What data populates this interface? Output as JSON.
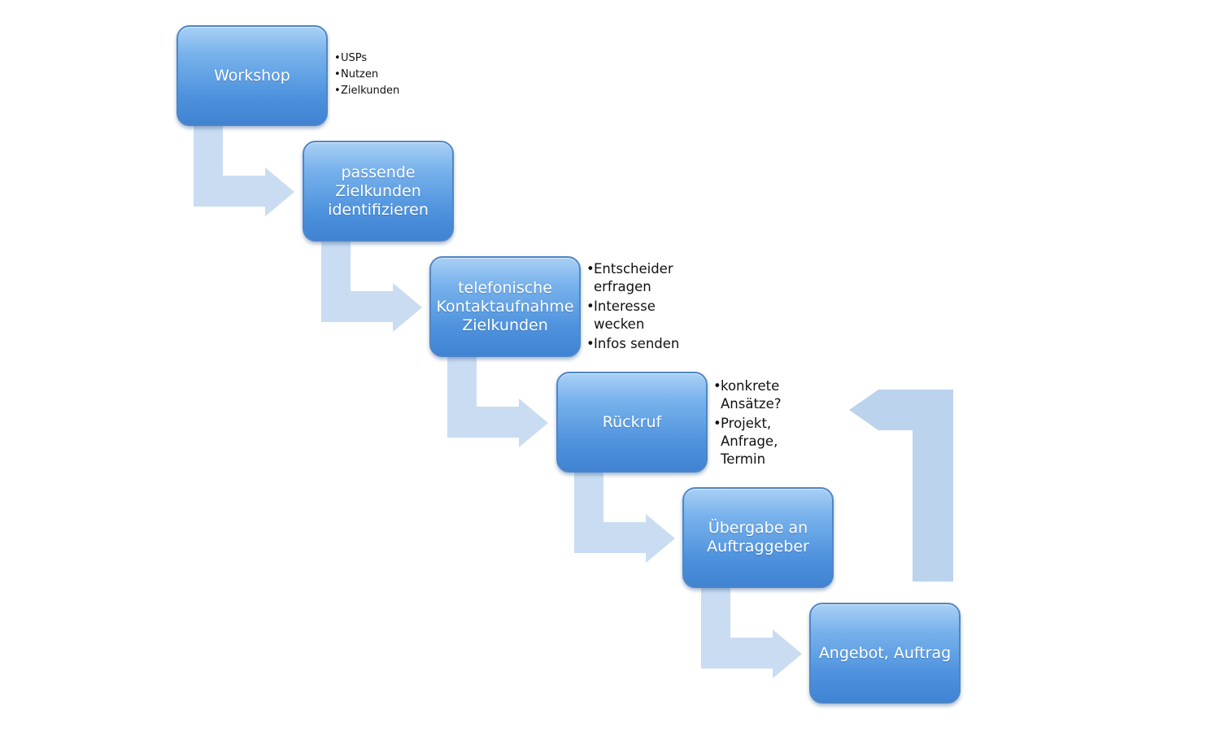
{
  "steps": [
    {
      "label": "Workshop"
    },
    {
      "label": "passende\nZielkunden\nidentifizieren"
    },
    {
      "label": "telefonische\nKontaktaufnahme\nZielkunden"
    },
    {
      "label": "Rückruf"
    },
    {
      "label": "Übergabe an\nAuftraggeber"
    },
    {
      "label": "Angebot, Auftrag"
    }
  ],
  "notes": {
    "workshop": [
      "USPs",
      "Nutzen",
      "Zielkunden"
    ],
    "telefonische": [
      "Entscheider\nerfragen",
      "Interesse\nwecken",
      "Infos senden"
    ],
    "rueckruf": [
      "konkrete\nAnsätze?",
      "Projekt,\nAnfrage,\nTermin"
    ]
  },
  "colors": {
    "box_fill": "#4f93de",
    "box_border": "#4f86c8",
    "connector": "#c9dcf2",
    "return_arrow": "#bcd3ee"
  }
}
